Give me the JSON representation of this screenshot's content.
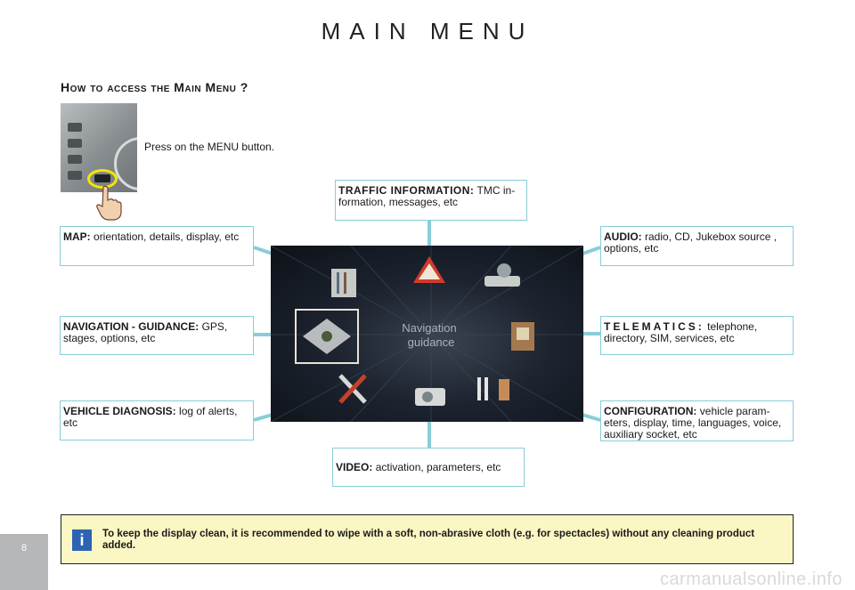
{
  "page": {
    "title": "MAIN MENU",
    "subtitle": "How to access the Main Menu ?",
    "press_text": "Press on the MENU button.",
    "page_number": "8",
    "watermark": "carmanualsonline.info"
  },
  "callouts": {
    "traffic": {
      "label": "TRAFFIC INFORMATION:",
      "text": "TMC in-formation, messages, etc"
    },
    "map": {
      "label": "MAP:",
      "text": "orientation, details, display, etc"
    },
    "audio": {
      "label": "AUDIO:",
      "text": "radio, CD, Jukebox source , options, etc"
    },
    "navigation": {
      "label": "NAVIGATION - GUIDANCE:",
      "text": "GPS, stages, options, etc"
    },
    "telematics": {
      "label": "TELEMATICS:",
      "text": "telephone, directory, SIM, services, etc"
    },
    "diagnosis": {
      "label": "VEHICLE DIAGNOSIS:",
      "text": "log of alerts, etc"
    },
    "configuration": {
      "label": "CONFIGURATION:",
      "text": "vehicle param-eters, display, time, languages, voice, auxiliary socket, etc"
    },
    "video": {
      "label": "VIDEO:",
      "text": "activation, parameters, etc"
    }
  },
  "screen": {
    "center_label_line1": "Navigation",
    "center_label_line2": "guidance"
  },
  "tip": {
    "icon": "info-icon",
    "text": "To keep the display clean, it is recommended to wipe with a soft, non-abrasive cloth (e.g. for spectacles) without any cleaning product added."
  },
  "colors": {
    "connector": "#88cdd8",
    "tip_background": "#fbf7c4",
    "info_icon": "#2d63b3"
  }
}
